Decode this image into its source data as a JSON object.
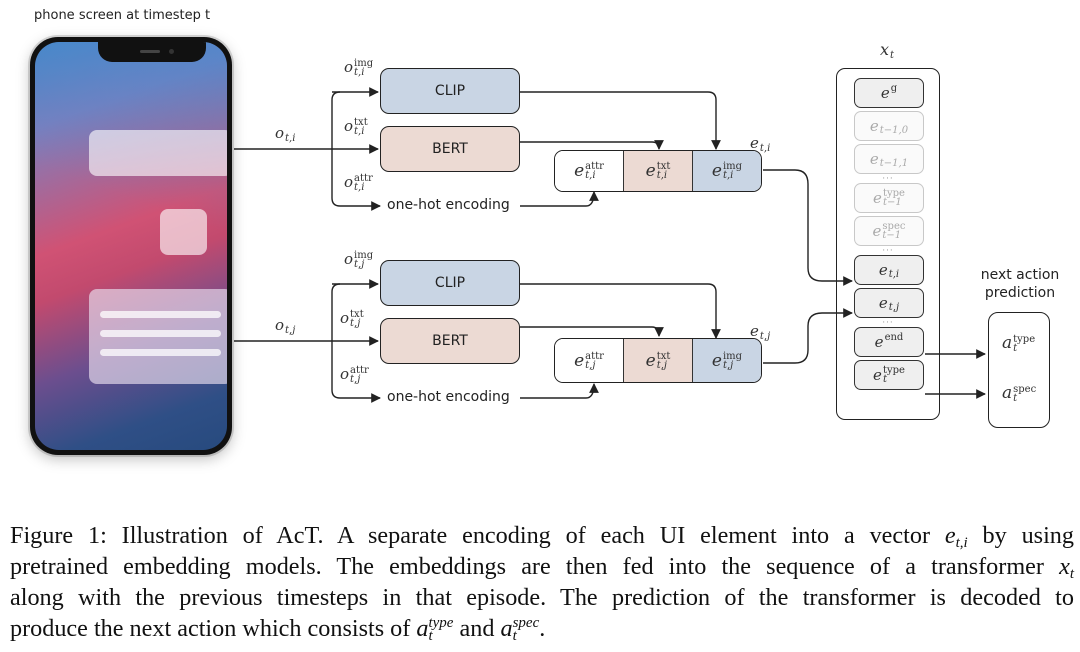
{
  "phone": {
    "title": "phone screen at timestep t",
    "gradient_colors": [
      "#4e86c6",
      "#d05274",
      "#274a7e"
    ]
  },
  "inputs": {
    "o_ti": {
      "base": "o",
      "sub": "t,i"
    },
    "o_tj": {
      "base": "o",
      "sub": "t,j"
    }
  },
  "branches": [
    {
      "id": "i",
      "obs_img": {
        "base": "o",
        "sup": "img",
        "sub": "t,i"
      },
      "obs_txt": {
        "base": "o",
        "sup": "txt",
        "sub": "t,i"
      },
      "obs_attr": {
        "base": "o",
        "sup": "attr",
        "sub": "t,i"
      },
      "clip_label": "CLIP",
      "bert_label": "BERT",
      "onehot_label": "one-hot encoding",
      "vector_label": {
        "base": "e",
        "sub": "t,i"
      },
      "vector_cells": [
        {
          "base": "e",
          "sup": "attr",
          "sub": "t,i"
        },
        {
          "base": "e",
          "sup": "txt",
          "sub": "t,i"
        },
        {
          "base": "e",
          "sup": "img",
          "sub": "t,i"
        }
      ]
    },
    {
      "id": "j",
      "obs_img": {
        "base": "o",
        "sup": "img",
        "sub": "t,j"
      },
      "obs_txt": {
        "base": "o",
        "sup": "txt",
        "sub": "t,j"
      },
      "obs_attr": {
        "base": "o",
        "sup": "attr",
        "sub": "t,j"
      },
      "clip_label": "CLIP",
      "bert_label": "BERT",
      "onehot_label": "one-hot encoding",
      "vector_label": {
        "base": "e",
        "sub": "t,j"
      },
      "vector_cells": [
        {
          "base": "e",
          "sup": "attr",
          "sub": "t,j"
        },
        {
          "base": "e",
          "sup": "txt",
          "sub": "t,j"
        },
        {
          "base": "e",
          "sup": "img",
          "sub": "t,j"
        }
      ]
    }
  ],
  "sequence": {
    "label": {
      "base": "x",
      "sub": "t"
    },
    "tokens": [
      {
        "base": "e",
        "sup": "g",
        "sub": "",
        "active": true
      },
      {
        "base": "e",
        "sup": "",
        "sub": "t−1,0",
        "active": false
      },
      {
        "base": "e",
        "sup": "",
        "sub": "t−1,1",
        "active": false
      },
      {
        "dots": "···"
      },
      {
        "base": "e",
        "sup": "type",
        "sub": "t−1",
        "active": false
      },
      {
        "base": "e",
        "sup": "spec",
        "sub": "t−1",
        "active": false
      },
      {
        "dots": "···"
      },
      {
        "base": "e",
        "sup": "",
        "sub": "t,i",
        "active": true
      },
      {
        "base": "e",
        "sup": "",
        "sub": "t,j",
        "active": true
      },
      {
        "dots": "···"
      },
      {
        "base": "e",
        "sup": "end",
        "sub": "",
        "active": true
      },
      {
        "base": "e",
        "sup": "type",
        "sub": "t",
        "active": true
      }
    ]
  },
  "prediction": {
    "title_line1": "next action",
    "title_line2": "prediction",
    "outputs": [
      {
        "base": "a",
        "sup": "type",
        "sub": "t"
      },
      {
        "base": "a",
        "sup": "spec",
        "sub": "t"
      }
    ]
  },
  "colors": {
    "clip_fill": "#c9d5e4",
    "bert_fill": "#ecdad3",
    "token_active_fill": "#efefef",
    "token_inactive_border": "#c8c8c8"
  },
  "caption": {
    "lines": [
      [
        "Figure 1: Illustration of AcT. A separate encoding of each UI element into a vector ",
        {
          "base": "e",
          "sub": "t,i"
        },
        " by using"
      ],
      [
        "pretrained embedding models. The embeddings are then fed into the sequence of a transformer ",
        {
          "base": "x",
          "sub": "t"
        }
      ],
      [
        "along with the previous timesteps in that episode. The prediction of the transformer is decoded to"
      ],
      [
        "produce the next action which consists of ",
        {
          "base": "a",
          "sup": "type",
          "sub": "t"
        },
        " and ",
        {
          "base": "a",
          "sup": "spec",
          "sub": "t"
        },
        "."
      ]
    ]
  }
}
